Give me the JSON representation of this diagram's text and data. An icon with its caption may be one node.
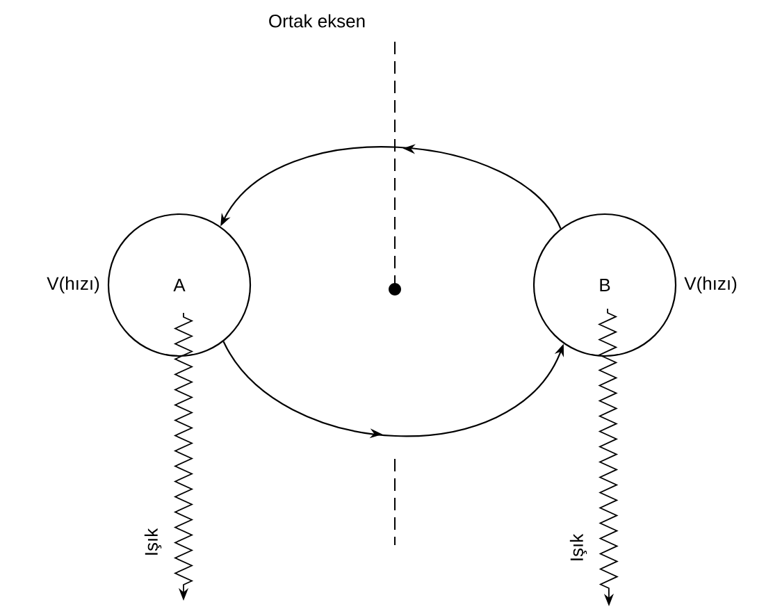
{
  "diagram": {
    "nodes": [
      {
        "text": [
          "A"
        ],
        "beside": [
          "V(hızı)"
        ]
      },
      {
        "text": [
          "B"
        ],
        "beside": [
          "V(hızı)"
        ]
      }
    ],
    "edges": [
      {
        "from": 1,
        "to": 0,
        "arrow": "to"
      },
      {
        "from": 0,
        "to": 1,
        "arrow": "to"
      },
      {
        "from": 0,
        "to": null,
        "arrow": "to",
        "label": "Işık"
      },
      {
        "from": 1,
        "to": null,
        "arrow": "to",
        "label": "Işık"
      }
    ],
    "labels": [
      "Ortak eksen"
    ]
  }
}
